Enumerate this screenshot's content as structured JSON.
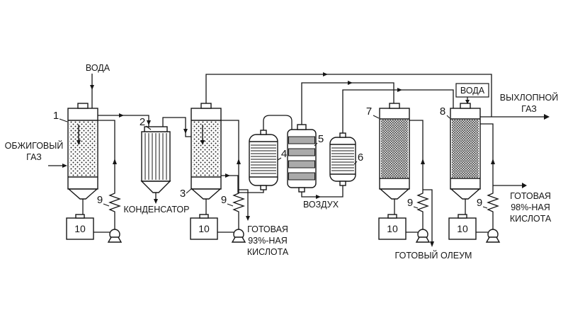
{
  "diagram": {
    "labels": {
      "water_left": "ВОДА",
      "water_right": "ВОДА",
      "roast_gas_line1": "ОБЖИГОВЫЙ",
      "roast_gas_line2": "ГАЗ",
      "condenser": "КОНДЕНСАТОР",
      "air": "ВОЗДУХ",
      "exhaust_gas_line1": "ВЫХЛОПНОЙ",
      "exhaust_gas_line2": "ГАЗ",
      "acid93_line1": "ГОТОВАЯ",
      "acid93_line2": "93%-НАЯ",
      "acid93_line3": "КИСЛОТА",
      "oleum": "ГОТОВЫЙ ОЛЕУМ",
      "acid98_line1": "ГОТОВАЯ",
      "acid98_line2": "98%-НАЯ",
      "acid98_line3": "КИСЛОТА"
    },
    "numbers": {
      "n1": "1",
      "n2": "2",
      "n3": "3",
      "n4": "4",
      "n5": "5",
      "n6": "6",
      "n7": "7",
      "n8": "8",
      "n9": "9",
      "n10": "10"
    }
  }
}
